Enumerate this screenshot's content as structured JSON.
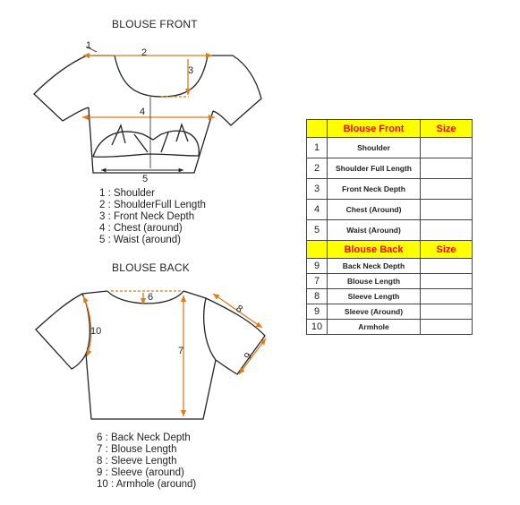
{
  "front": {
    "title": "BLOUSE FRONT",
    "markers": [
      "1",
      "2",
      "3",
      "4",
      "5"
    ],
    "legend": [
      "1 : Shoulder",
      "2 : ShoulderFull Length",
      "3 : Front Neck Depth",
      "4 : Chest (around)",
      "5 : Waist (around)"
    ]
  },
  "back": {
    "title": "BLOUSE BACK",
    "markers": [
      "6",
      "7",
      "8",
      "9",
      "10"
    ],
    "legend": [
      "6 : Back Neck Depth",
      "7 : Blouse Length",
      "8 : Sleeve Length",
      "9 : Sleeve (around)",
      "10 : Armhole (around)"
    ]
  },
  "table": {
    "front_header": {
      "label": "Blouse Front",
      "size": "Size"
    },
    "front_rows": [
      {
        "num": "1",
        "label": "Shoulder",
        "size": ""
      },
      {
        "num": "2",
        "label": "Shoulder Full Length",
        "size": ""
      },
      {
        "num": "3",
        "label": "Front Neck Depth",
        "size": ""
      },
      {
        "num": "4",
        "label": "Chest  (Around)",
        "size": ""
      },
      {
        "num": "5",
        "label": "Waist  (Around)",
        "size": ""
      }
    ],
    "back_header": {
      "label": "Blouse  Back",
      "size": "Size"
    },
    "back_rows": [
      {
        "num": "9",
        "label": "Back Neck Depth",
        "size": ""
      },
      {
        "num": "7",
        "label": "Blouse Length",
        "size": ""
      },
      {
        "num": "8",
        "label": "Sleeve Length",
        "size": ""
      },
      {
        "num": "9",
        "label": "Sleeve (Around)",
        "size": ""
      },
      {
        "num": "10",
        "label": "Armhole",
        "size": ""
      }
    ]
  },
  "colors": {
    "outline": "#222222",
    "measure": "#e07b1a",
    "header_bg": "#ffff00",
    "header_text": "#ff0000"
  }
}
